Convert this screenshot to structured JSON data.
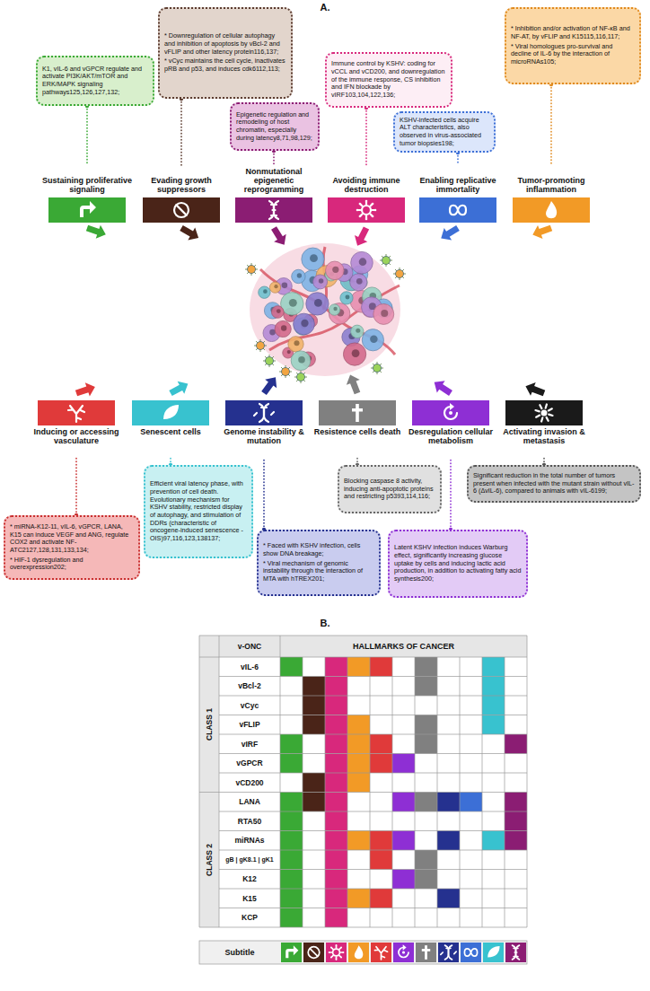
{
  "diagram": {
    "nodes": [
      {
        "text": [
          "K1, vIL-6 and vGPCR regulate and activate PI3K/AKT/mTOR and ERK/MAPK signaling pathways125,126,127,132;"
        ]
      },
      {
        "text": [
          "* Downregulation of cellular autophagy and inhibition of apoptosis by vBcl-2 and vFLIP and other latency protein116,137;",
          "* vCyc maintains the cell cycle, inactivates pRB and p53, and induces cdk6112,113;"
        ]
      },
      {
        "text": [
          "Epigenetic regulation and remodeling of host chromatin, especially during latency8,71,98,129;"
        ]
      },
      {
        "text": [
          "Immune control by KSHV: coding for vCCL and vCD200, and downregulation of the immune response, CS inhibition and IFN blockade by vIRF103,104,122,136;"
        ]
      },
      {
        "text": [
          "KSHV-infected cells acquire ALT characteristics, also observed in virus-associated tumor biopsies198;"
        ]
      },
      {
        "text": [
          "* Inhibition and/or activation of NF-κB and NF-AT, by vFLIP and K15115,116,117;",
          "* Viral homologues pro-survival and decline of IL-6 by the interaction of microRNAs105;"
        ]
      },
      {
        "text": [
          "Sustaining proliferative signaling"
        ]
      },
      {
        "text": [
          "Evading growth suppressors"
        ]
      },
      {
        "text": [
          "Nonmutational epigenetic reprogramming"
        ]
      },
      {
        "text": [
          "Avoiding immune destruction"
        ]
      },
      {
        "text": [
          "Enabling replicative immortality"
        ]
      },
      {
        "text": [
          "Tumor-promoting inflammation"
        ]
      },
      {
        "text": [
          "Inducing or accessing vasculature"
        ]
      },
      {
        "text": [
          "Senescent cells"
        ]
      },
      {
        "text": [
          "Genome instability & mutation"
        ]
      },
      {
        "text": [
          "Resistence cells death"
        ]
      },
      {
        "text": [
          "Desregulation cellular metabolism"
        ]
      },
      {
        "text": [
          "Activating invasion & metastasis"
        ]
      },
      {
        "text": [
          "* miRNA-K12-11, vIL-6, vGPCR, LANA, K15 can induce VEGF and ANG, regulate COX2 and activate NF-ATC2127,128,131,133,134;",
          "* HIF-1 dysregulation and overexpression202;"
        ]
      },
      {
        "text": [
          "Efficient viral latency phase, with prevention of cell death. Evolutionary mechanism for KSHV stability, restricted display of autophagy, and stimulation of DDRs (characteristic of oncogene-induced senescence - OIS)97,116,123,138137;"
        ]
      },
      {
        "text": [
          "* Faced with KSHV infection, cells show DNA breakage;",
          "* Viral mechanism of genomic instability through the interaction of MTA with hTREX201;"
        ]
      },
      {
        "text": [
          "Blocking caspase 8 activity, inducing anti-apoptotic proteins and restricting p5393,114,116;"
        ]
      },
      {
        "text": [
          "Latent KSHV infection induces Warburg effect, significantly increasing glucose uptake by cells and inducing lactic acid production, in addition to activating fatty acid synthesis200;"
        ]
      },
      {
        "text": [
          "Significant reduction in the total number of tumors present when infected with the mutant strain without vIL-6 (ΔvIL-6), compared to animals with vIL-6199;"
        ]
      }
    ],
    "edges": [
      {
        "from": 0,
        "to": 6,
        "arrow": "none"
      },
      {
        "from": 1,
        "to": 7,
        "arrow": "none"
      },
      {
        "from": 2,
        "to": 8,
        "arrow": "none"
      },
      {
        "from": 3,
        "to": 9,
        "arrow": "none"
      },
      {
        "from": 4,
        "to": 10,
        "arrow": "none"
      },
      {
        "from": 5,
        "to": 11,
        "arrow": "none"
      },
      {
        "from": 18,
        "to": 12,
        "arrow": "none"
      },
      {
        "from": 19,
        "to": 13,
        "arrow": "none"
      },
      {
        "from": 20,
        "to": 14,
        "arrow": "none"
      },
      {
        "from": 21,
        "to": 15,
        "arrow": "none"
      },
      {
        "from": 22,
        "to": 16,
        "arrow": "none"
      },
      {
        "from": 23,
        "to": 17,
        "arrow": "none"
      }
    ],
    "labels": [
      "A.",
      "B.",
      "v-ONC",
      "HALLMARKS OF CANCER",
      "CLASS 1",
      "vIL-6",
      "vBcl-2",
      "vCyc",
      "vFLIP",
      "vIRF",
      "vGPCR",
      "vCD200",
      "CLASS 2",
      "LANA",
      "RTA50",
      "miRNAs",
      "gB | gK8.1 | gK1",
      "K12",
      "K15",
      "KCP",
      "Subtitle"
    ]
  }
}
